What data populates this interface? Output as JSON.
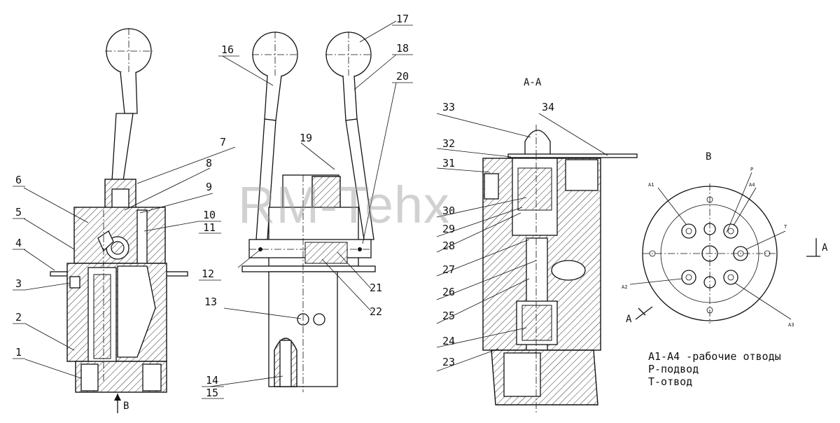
{
  "labels": {
    "l1": "1",
    "l2": "2",
    "l3": "3",
    "l4": "4",
    "l5": "5",
    "l6": "6",
    "l7": "7",
    "l8": "8",
    "l9": "9",
    "l10": "10",
    "l11": "11",
    "l12": "12",
    "l13": "13",
    "l14": "14",
    "l15": "15",
    "l16": "16",
    "l17": "17",
    "l18": "18",
    "l19": "19",
    "l20": "20",
    "l21": "21",
    "l22": "22",
    "l23": "23",
    "l24": "24",
    "l25": "25",
    "l26": "26",
    "l27": "27",
    "l28": "28",
    "l29": "29",
    "l30": "30",
    "l31": "31",
    "l32": "32",
    "l33": "33",
    "l34": "34"
  },
  "section_title": "A-A",
  "view_b_title": "B",
  "arrow_b": "B",
  "section_mark_a": "A",
  "port_labels": {
    "a1": "A1",
    "a2": "A2",
    "a3": "A3",
    "a4": "A4",
    "p": "P",
    "t": "T"
  },
  "legend": {
    "line1": "А1-А4 -рабочие отводы",
    "line2": "Р-подвод",
    "line3": "Т-отвод"
  },
  "watermark": "RM-Tehx"
}
